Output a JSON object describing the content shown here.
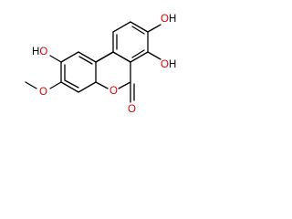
{
  "molecule": {
    "labels": {
      "top_right_hydroxyl": "OH",
      "right_hydroxyl": "OH",
      "left_hydroxyl": "HO",
      "ring_oxygen": "O",
      "carbonyl_oxygen": "O",
      "methoxy_oxygen": "O"
    },
    "colors": {
      "bond": "#000000",
      "oxygen": "#e00000",
      "hydrogen_text": "#000000"
    }
  }
}
